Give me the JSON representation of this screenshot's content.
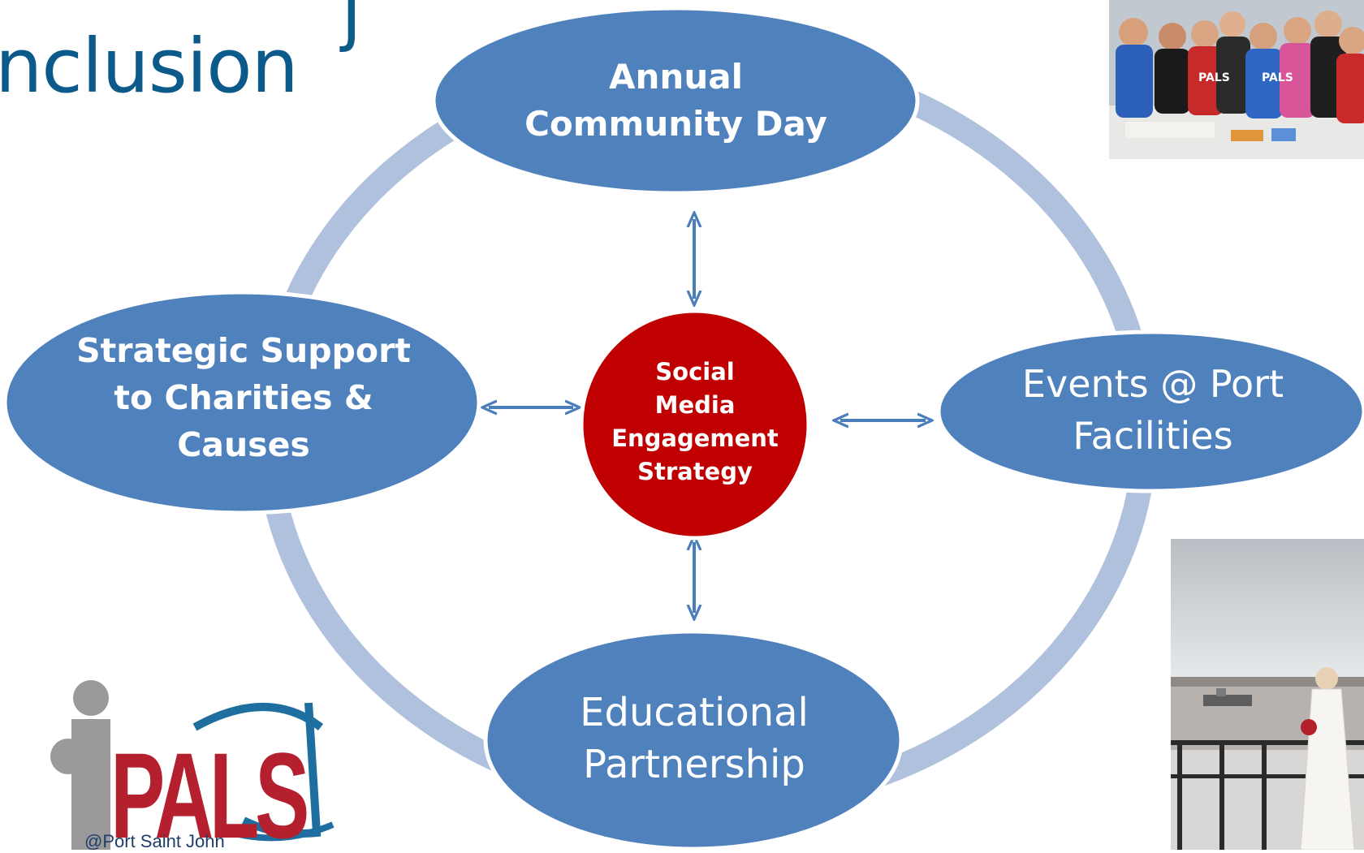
{
  "slide": {
    "title": "nclusion"
  },
  "diagram": {
    "center": {
      "label": "Social\nMedia\nEngagement\nStrategy",
      "color": "#c00000"
    },
    "nodes": {
      "top": {
        "label": "Annual\nCommunity Day"
      },
      "left": {
        "label": "Strategic  Support\nto Charities &\nCauses"
      },
      "right": {
        "label": "Events @ Port\nFacilities"
      },
      "bottom": {
        "label": "Educational\nPartnership"
      }
    },
    "node_color": "#4f81bd",
    "ring_color": "#b0c1de",
    "arrow_color": "#4a7ebb"
  },
  "logo": {
    "wordmark": "PALS",
    "subtitle": "@Port Saint John"
  },
  "photos": [
    {
      "name": "volunteers-photo",
      "shirt_text": "PALS"
    },
    {
      "name": "waterfront-wedding-photo"
    }
  ]
}
